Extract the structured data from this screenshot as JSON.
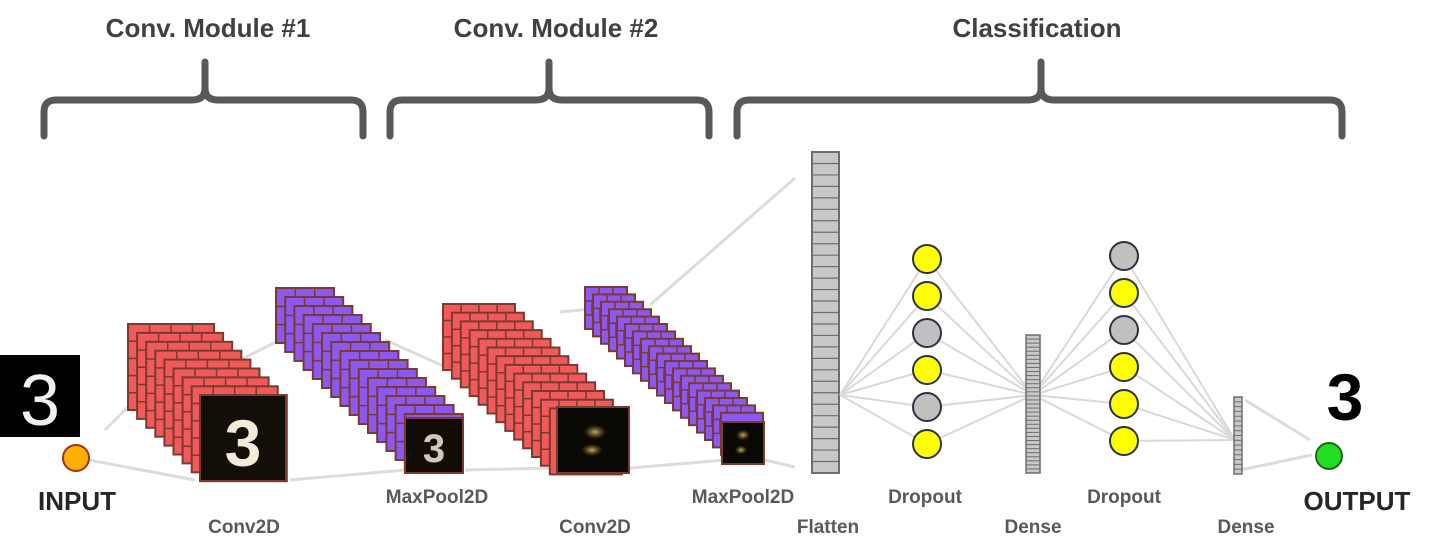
{
  "modules": {
    "conv1": "Conv. Module #1",
    "conv2": "Conv. Module #2",
    "classification": "Classification"
  },
  "layers": {
    "input": "INPUT",
    "conv2d_1": "Conv2D",
    "maxpool_1": "MaxPool2D",
    "conv2d_2": "Conv2D",
    "maxpool_2": "MaxPool2D",
    "flatten": "Flatten",
    "dropout_1": "Dropout",
    "dense_1": "Dense",
    "dropout_2": "Dropout",
    "dense_2": "Dense",
    "output": "OUTPUT"
  },
  "input_digit": "3",
  "output_digit": "3",
  "dropout_1_nodes": [
    "active",
    "active",
    "dropped",
    "active",
    "dropped",
    "active"
  ],
  "dropout_2_nodes": [
    "dropped",
    "active",
    "dropped",
    "active",
    "active",
    "active"
  ],
  "colors": {
    "conv_filter": "#f05a5a",
    "pool_filter": "#8b58f0",
    "filter_border": "#7a3b2e",
    "node_active": "#ffff00",
    "node_dropped": "#c0c0c0",
    "input_node": "#ffb000",
    "output_node": "#22dd22",
    "brace": "#595959"
  }
}
